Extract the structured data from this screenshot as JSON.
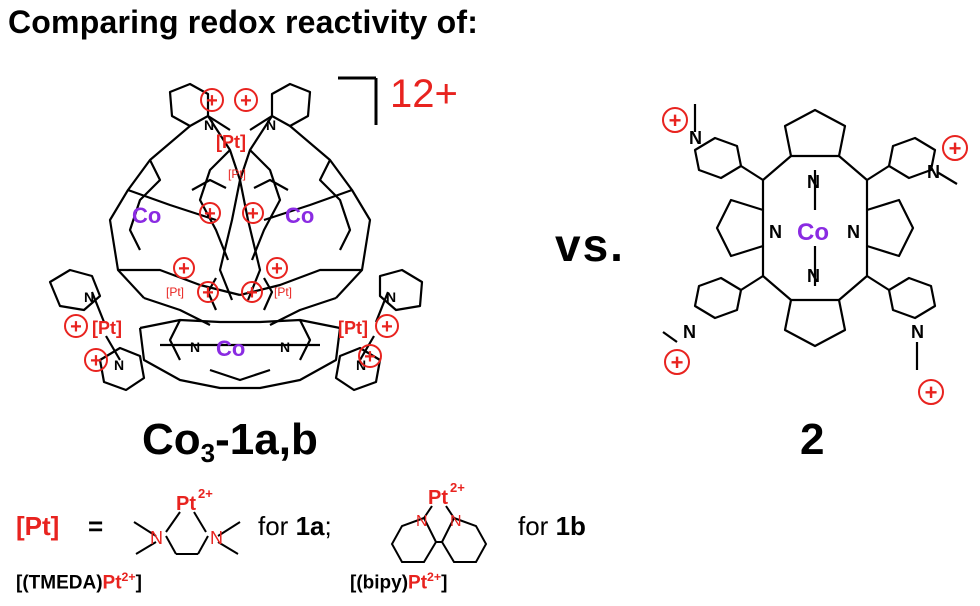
{
  "title": "Comparing redox reactivity of:",
  "cage": {
    "charge": "12+",
    "metal_label": "Co",
    "pt_label": "[Pt]",
    "n_label": "N",
    "plus_sign": "+",
    "name_prefix": "Co",
    "name_sub": "3",
    "name_suffix": "-1a,b"
  },
  "versus": "vs.",
  "porphyrin": {
    "metal_label": "Co",
    "n_label": "N",
    "name": "2"
  },
  "legend": {
    "pt_label": "[Pt]",
    "equals": "=",
    "pt_charge_label": "Pt",
    "pt_charge_sup": "2+",
    "for_text": "for",
    "compound_1a": "1a",
    "separator": ";",
    "compound_1b": "1b",
    "tmeda_caption_pre": "[(TMEDA)",
    "tmeda_caption_pt": "Pt",
    "tmeda_caption_post": "]",
    "bipy_caption_pre": "[(bipy)",
    "bipy_caption_pt": "Pt",
    "bipy_caption_post": "]"
  },
  "colors": {
    "red": "#e8231f",
    "purple": "#8a2be2",
    "black": "#000000"
  }
}
